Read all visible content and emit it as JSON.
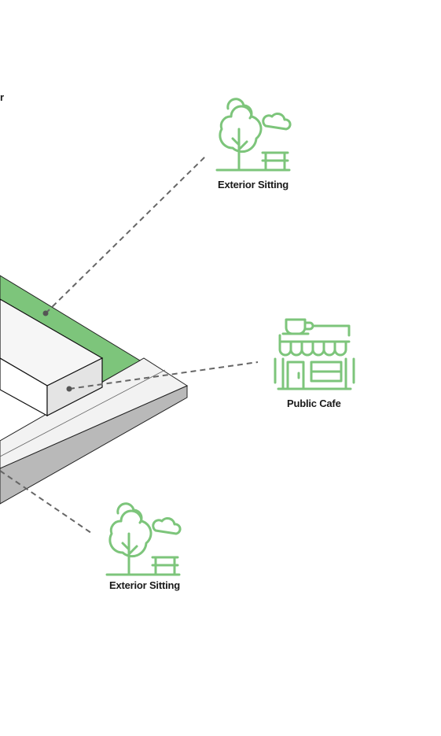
{
  "labels": {
    "cut_text": "r",
    "exterior_sitting_top": "Exterior Sitting",
    "public_cafe": "Public Cafe",
    "exterior_sitting_bottom": "Exterior Sitting"
  },
  "icons": {
    "park": "park-tree-bench-icon",
    "cafe": "storefront-cafe-icon"
  },
  "colors": {
    "accent_green": "#7dc57b",
    "leader_line": "#666666",
    "outline": "#111111"
  }
}
